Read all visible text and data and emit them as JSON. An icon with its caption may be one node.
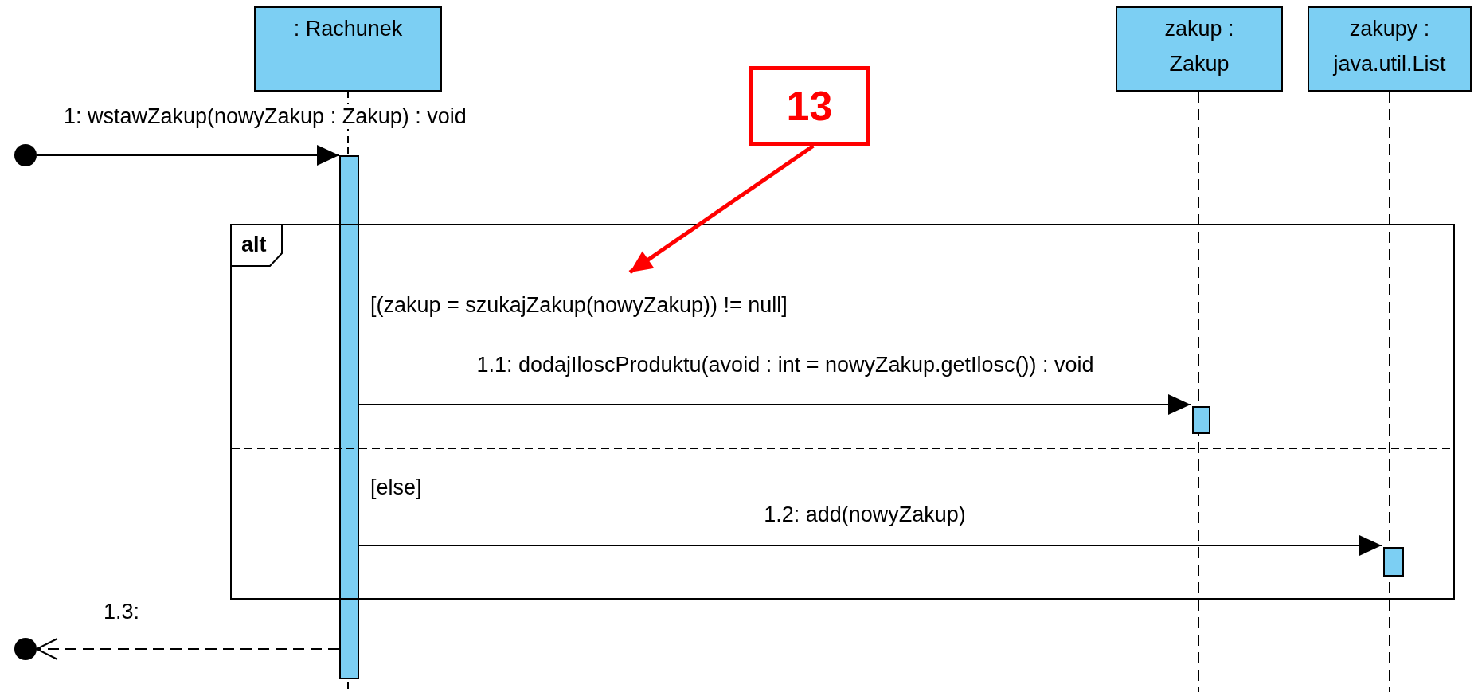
{
  "diagram": {
    "nodes": [
      {
        "text": [
          ": Rachunek"
        ]
      },
      {
        "text": [
          "zakup : Zakup"
        ]
      },
      {
        "text": [
          "zakupy : java.util.List"
        ]
      },
      {
        "text": [
          "13"
        ]
      },
      {
        "text": [],
        "shape": "circle"
      },
      {
        "text": [],
        "shape": "bar"
      },
      {
        "text": [
          "alt",
          "[(zakup = szukajZakup(nowyZakup)) != null]",
          "[else]"
        ]
      },
      {
        "text": [],
        "shape": "bar",
        "in": 6
      },
      {
        "text": [],
        "shape": "bar",
        "in": 6
      },
      {
        "text": [],
        "shape": "circle"
      }
    ],
    "edges": [
      {
        "from": 4,
        "to": 5,
        "arrow": "to",
        "label": "1: wstawZakup(nowyZakup : Zakup) : void"
      },
      {
        "from": 5,
        "to": 7,
        "arrow": "to",
        "label": "1.1: dodajIloscProduktu(avoid : int = nowyZakup.getIlosc()) : void"
      },
      {
        "from": 5,
        "to": 8,
        "arrow": "to",
        "label": "1.2: add(nowyZakup)"
      },
      {
        "from": 5,
        "to": 9,
        "arrow": "to",
        "label": "1.3:",
        "style": "dashed"
      },
      {
        "from": 3,
        "to": null,
        "arrow": "to",
        "style": "thick",
        "color": "#ff0000"
      }
    ]
  }
}
